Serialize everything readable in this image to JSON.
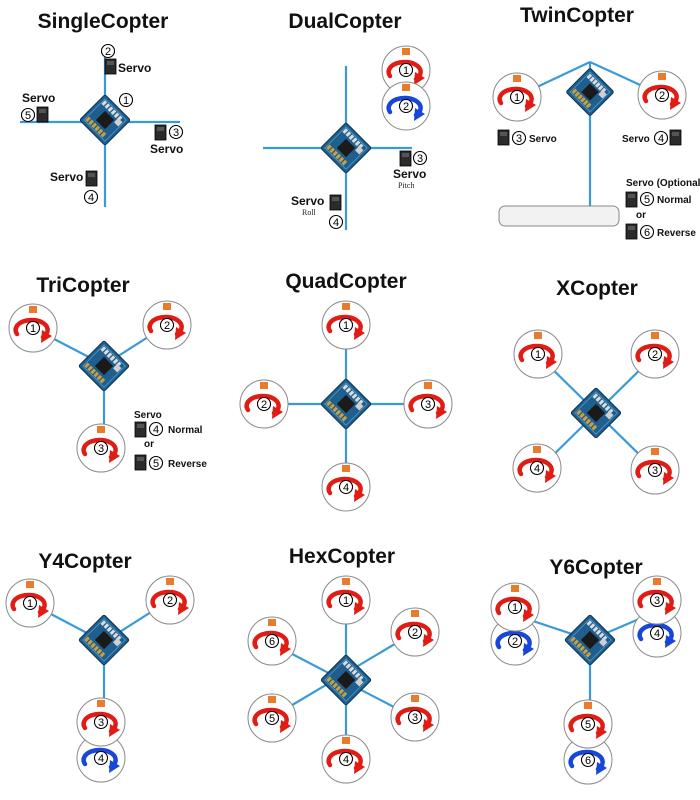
{
  "colors": {
    "arm": "#3a9ad9",
    "ring": "#8a8a8a",
    "cw_arrow": "#e01c14",
    "ccw_arrow": "#1846d8",
    "board": "#1f5f8f",
    "servo": "#2b2b2b"
  },
  "words": {
    "servo": "Servo",
    "roll": "Roll",
    "pitch": "Pitch",
    "servo_optional": "Servo (Optional)",
    "normal": "Normal",
    "reverse": "Reverse",
    "or": "or"
  },
  "copters": [
    {
      "id": "single",
      "title": "SingleCopter",
      "motors": [],
      "servos": [
        "1",
        "2",
        "3",
        "4",
        "5"
      ]
    },
    {
      "id": "dual",
      "title": "DualCopter",
      "motors": [
        {
          "n": "1",
          "dir": "cw"
        },
        {
          "n": "2",
          "dir": "ccw"
        }
      ],
      "servos": [
        "3",
        "4"
      ]
    },
    {
      "id": "twin",
      "title": "TwinCopter",
      "motors": [
        {
          "n": "1",
          "dir": "cw"
        },
        {
          "n": "2",
          "dir": "cw"
        }
      ],
      "servos": [
        "3",
        "4",
        "5",
        "6"
      ]
    },
    {
      "id": "tri",
      "title": "TriCopter",
      "motors": [
        {
          "n": "1",
          "dir": "cw"
        },
        {
          "n": "2",
          "dir": "cw"
        },
        {
          "n": "3",
          "dir": "cw"
        }
      ],
      "servos": [
        "4",
        "5"
      ]
    },
    {
      "id": "quad",
      "title": "QuadCopter",
      "motors": [
        {
          "n": "1",
          "dir": "cw"
        },
        {
          "n": "2",
          "dir": "cw"
        },
        {
          "n": "3",
          "dir": "cw"
        },
        {
          "n": "4",
          "dir": "cw"
        }
      ],
      "servos": []
    },
    {
      "id": "x",
      "title": "XCopter",
      "motors": [
        {
          "n": "1",
          "dir": "cw"
        },
        {
          "n": "2",
          "dir": "cw"
        },
        {
          "n": "3",
          "dir": "cw"
        },
        {
          "n": "4",
          "dir": "cw"
        }
      ],
      "servos": []
    },
    {
      "id": "y4",
      "title": "Y4Copter",
      "motors": [
        {
          "n": "1",
          "dir": "cw"
        },
        {
          "n": "2",
          "dir": "cw"
        },
        {
          "n": "3",
          "dir": "cw"
        },
        {
          "n": "4",
          "dir": "ccw"
        }
      ],
      "servos": []
    },
    {
      "id": "hex",
      "title": "HexCopter",
      "motors": [
        {
          "n": "1",
          "dir": "cw"
        },
        {
          "n": "2",
          "dir": "cw"
        },
        {
          "n": "3",
          "dir": "cw"
        },
        {
          "n": "4",
          "dir": "cw"
        },
        {
          "n": "5",
          "dir": "cw"
        },
        {
          "n": "6",
          "dir": "cw"
        }
      ],
      "servos": []
    },
    {
      "id": "y6",
      "title": "Y6Copter",
      "motors": [
        {
          "n": "1",
          "dir": "cw"
        },
        {
          "n": "2",
          "dir": "ccw"
        },
        {
          "n": "3",
          "dir": "cw"
        },
        {
          "n": "4",
          "dir": "ccw"
        },
        {
          "n": "5",
          "dir": "cw"
        },
        {
          "n": "6",
          "dir": "ccw"
        }
      ],
      "servos": []
    }
  ]
}
